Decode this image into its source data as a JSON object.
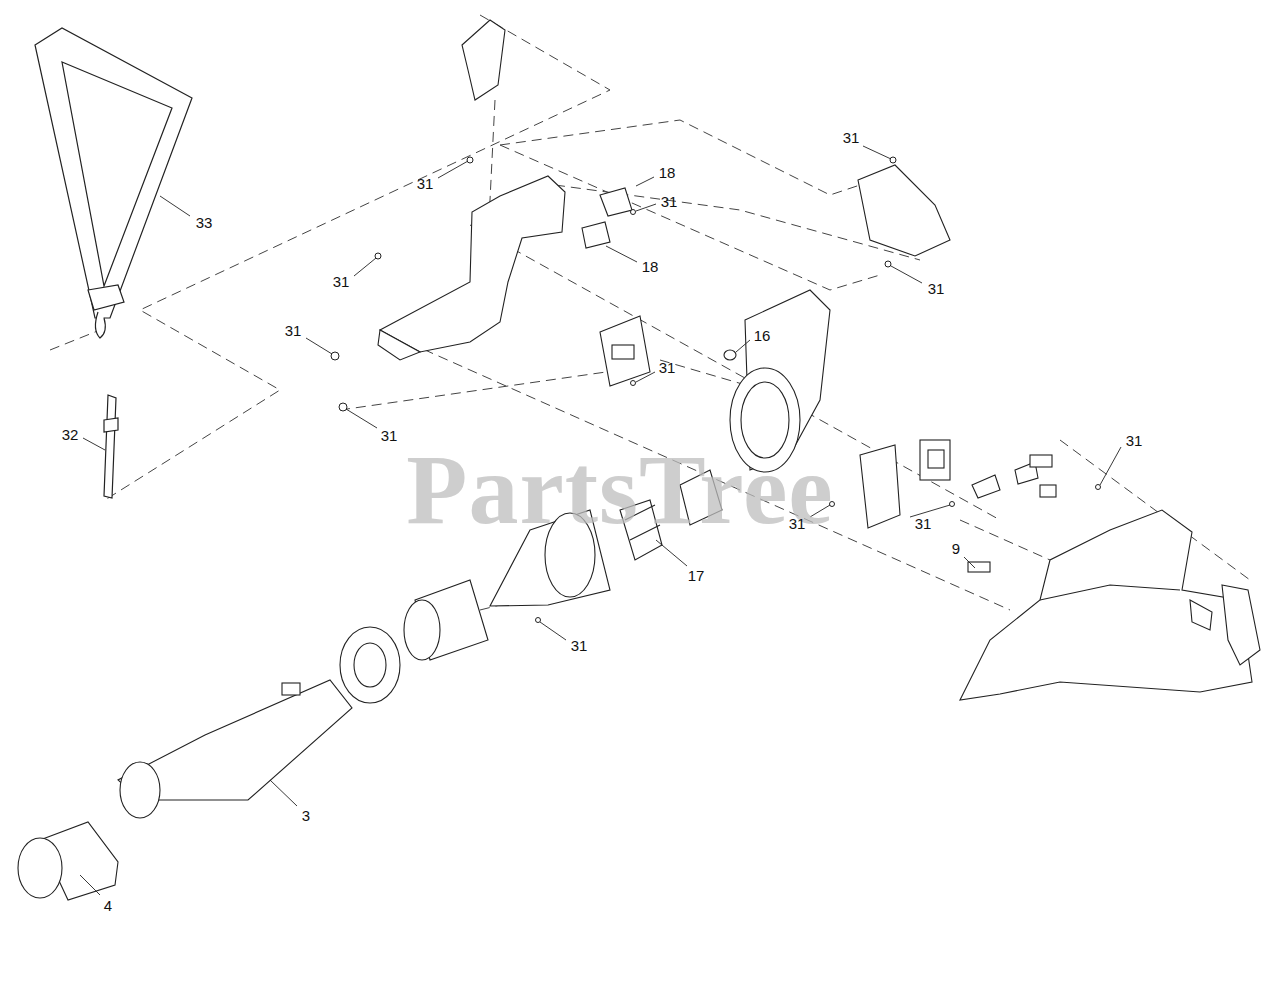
{
  "diagram": {
    "labels": [
      "31",
      "31",
      "18",
      "31",
      "33",
      "18",
      "31",
      "31",
      "31",
      "16",
      "31",
      "31",
      "32",
      "PartsTree",
      "31",
      "31",
      "31",
      "9",
      "17",
      "31",
      "3",
      "4"
    ]
  }
}
